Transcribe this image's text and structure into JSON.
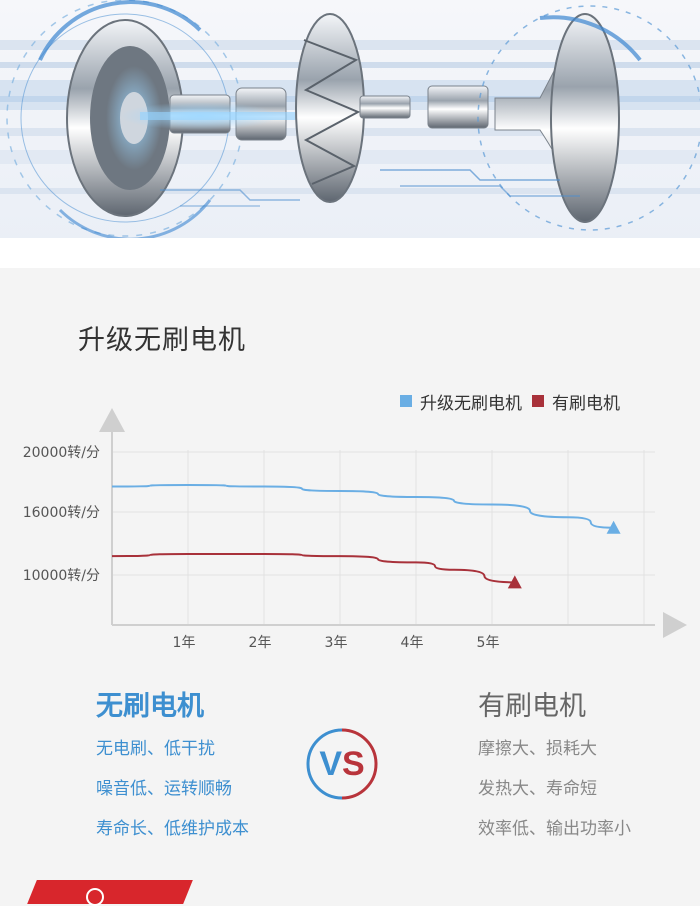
{
  "colors": {
    "brushless": "#6aaee4",
    "brushed": "#a8313a",
    "accent_blue": "#3d8fd0",
    "accent_red": "#b8343b"
  },
  "chart_data": {
    "type": "line",
    "title": "升级无刷电机",
    "x_tick_labels": [
      "1年",
      "2年",
      "3年",
      "4年",
      "5年"
    ],
    "y_tick_labels": [
      "20000转/分",
      "16000转/分",
      "10000转/分"
    ],
    "legend_position": "top-right",
    "grid": true,
    "series": [
      {
        "name": "升级无刷电机",
        "color": "#6aaee4",
        "points": [
          [
            0,
            17700
          ],
          [
            1,
            17800
          ],
          [
            2,
            17700
          ],
          [
            3,
            17400
          ],
          [
            4,
            17000
          ],
          [
            5,
            16500
          ],
          [
            6,
            15500
          ],
          [
            6.6,
            14500
          ]
        ]
      },
      {
        "name": "有刷电机",
        "color": "#a8313a",
        "points": [
          [
            0,
            11800
          ],
          [
            1,
            12000
          ],
          [
            2,
            12000
          ],
          [
            3,
            11800
          ],
          [
            4,
            11200
          ],
          [
            4.5,
            10500
          ],
          [
            5.3,
            9300
          ]
        ]
      }
    ]
  },
  "compare": {
    "left": {
      "heading": "无刷电机",
      "items": [
        "无电刷、低干扰",
        "噪音低、运转顺畅",
        "寿命长、低维护成本"
      ]
    },
    "right": {
      "heading": "有刷电机",
      "items": [
        "摩擦大、损耗大",
        "发热大、寿命短",
        "效率低、输出功率小"
      ]
    },
    "vs_v": "V",
    "vs_s": "S"
  },
  "icons": {
    "hero": "motor-exploded-illustration",
    "legend_marker": "square-swatch",
    "end_marker": "triangle-marker"
  }
}
